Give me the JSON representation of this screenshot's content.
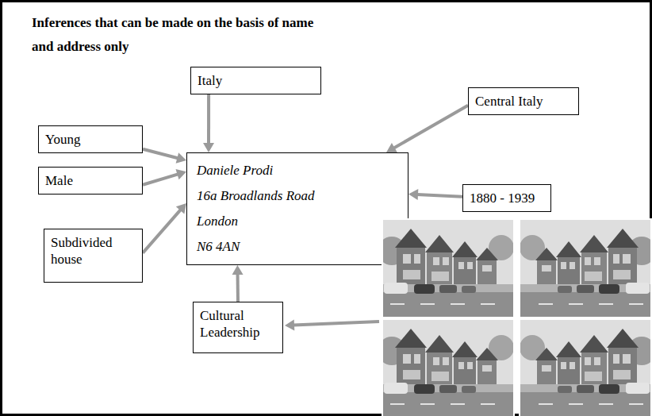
{
  "diagram": {
    "title": "Inferences that can be made on the basis of name and address only",
    "nodes": [
      {
        "text": [
          "Italy"
        ]
      },
      {
        "text": [
          "Central Italy"
        ]
      },
      {
        "text": [
          "Young"
        ]
      },
      {
        "text": [
          "Daniele Prodi",
          "16a Broadlands Road",
          "London",
          "N6 4AN"
        ]
      },
      {
        "text": [
          "Male"
        ]
      },
      {
        "text": [
          "1880 - 1939"
        ]
      },
      {
        "text": [
          "Subdivided house"
        ]
      },
      {
        "text": [
          "Cultural Leadership"
        ]
      }
    ],
    "edges": [
      {
        "from": 0,
        "to": 3,
        "arrow": "to"
      },
      {
        "from": 1,
        "to": 3,
        "arrow": "to"
      },
      {
        "from": 2,
        "to": 3,
        "arrow": "to"
      },
      {
        "from": 4,
        "to": 3,
        "arrow": "to"
      },
      {
        "from": 5,
        "to": 3,
        "arrow": "to"
      },
      {
        "from": 6,
        "to": 3,
        "arrow": "to"
      },
      {
        "from": 7,
        "to": 3,
        "arrow": "to"
      }
    ]
  }
}
